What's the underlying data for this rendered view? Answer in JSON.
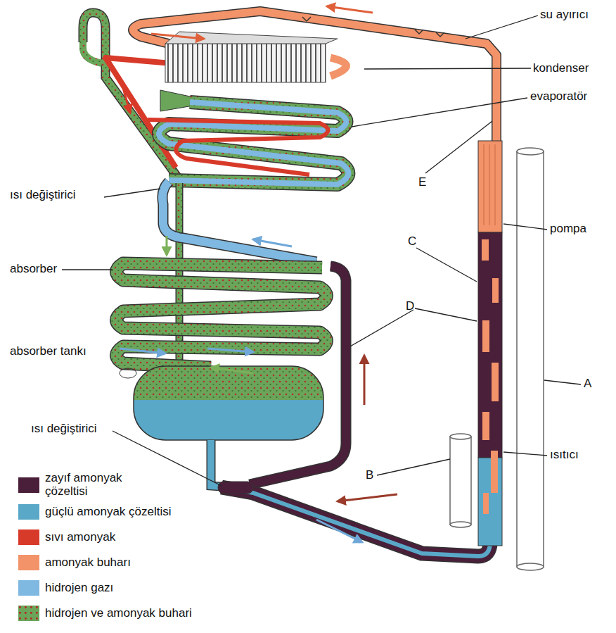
{
  "diagram": {
    "labels": [
      "su ayırıcı",
      "kondenser",
      "evaporatör",
      "E",
      "pompa",
      "C",
      "D",
      "A",
      "B",
      "ısıtıcı",
      "ısı değiştirici",
      "absorber",
      "absorber tankı",
      "ısı değiştirici"
    ],
    "legend": [
      {
        "text": "zayıf amonyak çözeltisi",
        "color": "#4a1f3a"
      },
      {
        "text": "güçlü amonyak çözeltisi",
        "color": "#5aa8c8"
      },
      {
        "text": "sıvı amonyak",
        "color": "#d83a2a"
      },
      {
        "text": "amonyak buharı",
        "color": "#f2936a"
      },
      {
        "text": "hidrojen gazı",
        "color": "#7fb8e0"
      },
      {
        "text": "hidrojen ve amonyak buhari",
        "color": "#6aa55a"
      }
    ]
  }
}
